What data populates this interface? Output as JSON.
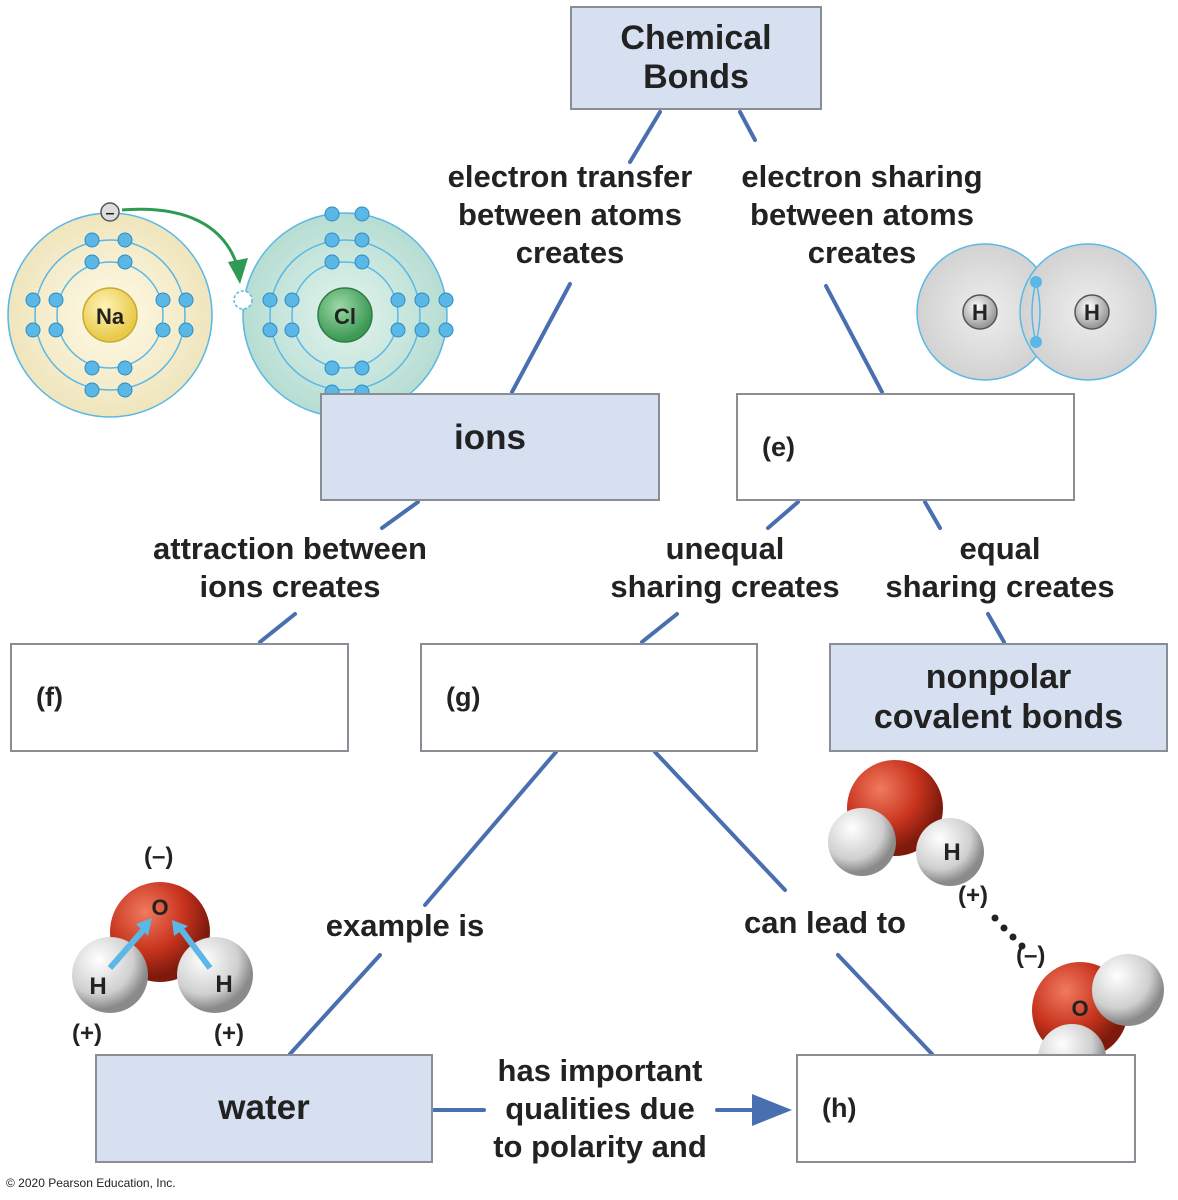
{
  "boxes": {
    "chemical_bonds": "Chemical\nBonds",
    "ions": "ions",
    "e": "(e)",
    "f": "(f)",
    "g": "(g)",
    "nonpolar": "nonpolar\ncovalent bonds",
    "water": "water",
    "h": "(h)"
  },
  "links": {
    "transfer": "electron transfer\nbetween atoms\ncreates",
    "sharing": "electron sharing\nbetween atoms\ncreates",
    "attraction": "attraction between\nions creates",
    "unequal": "unequal\nsharing creates",
    "equal": "equal\nsharing creates",
    "example": "example is",
    "lead": "can lead to",
    "qualities": "has important\nqualities due\nto polarity and"
  },
  "atoms": {
    "na": "Na",
    "cl": "Cl",
    "h": "H",
    "o": "O",
    "minus": "–"
  },
  "charges": {
    "neg": "(–)",
    "pos": "(+)"
  },
  "copyright": "© 2020 Pearson Education, Inc.",
  "colors": {
    "box_fill": "#d6e0f1",
    "line": "#4a6fb0",
    "electron": "#5bb8e6",
    "na_shell": "#f6f0d4",
    "cl_shell": "#c9e8e0",
    "oxygen": "#c8341e",
    "hydrogen": "#e3e3e3",
    "arrow_green": "#2e9a54"
  }
}
